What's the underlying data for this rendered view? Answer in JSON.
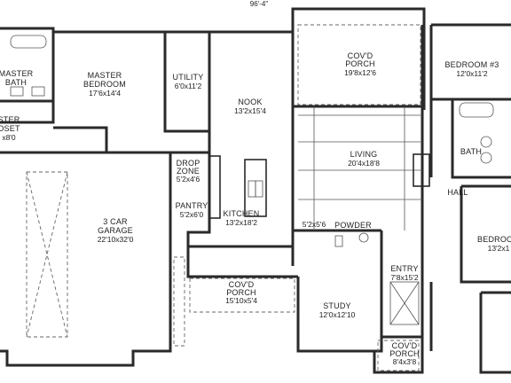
{
  "top_dimension": "96'-4\"",
  "rooms": {
    "master_bath": {
      "name": "MASTER\nBATH",
      "dims": ""
    },
    "master_closet": {
      "name": "STER\nOSET",
      "dims": "x8'0"
    },
    "master_bedroom": {
      "name": "MASTER\nBEDROOM",
      "dims": "17'6x14'4"
    },
    "utility": {
      "name": "UTILITY",
      "dims": "6'0x11'2"
    },
    "nook": {
      "name": "NOOK",
      "dims": "13'2x15'4"
    },
    "covd_porch_rear": {
      "name": "COV'D\nPORCH",
      "dims": "19'8x12'6"
    },
    "bedroom3": {
      "name": "BEDROOM #3",
      "dims": "12'0x11'2"
    },
    "bath": {
      "name": "BATH",
      "dims": ""
    },
    "living": {
      "name": "LIVING",
      "dims": "20'4x18'8"
    },
    "hall": {
      "name": "HALL",
      "dims": ""
    },
    "drop_zone": {
      "name": "DROP\nZONE",
      "dims": "5'2x4'6"
    },
    "pantry": {
      "name": "PANTRY",
      "dims": "5'2x6'0"
    },
    "garage": {
      "name": "3 CAR\nGARAGE",
      "dims": "22'10x32'0"
    },
    "kitchen": {
      "name": "KITCHEN",
      "dims": "13'2x18'2"
    },
    "closet_small": {
      "name": "",
      "dims": "5'2x5'6"
    },
    "powder": {
      "name": "POWDER",
      "dims": ""
    },
    "entry": {
      "name": "ENTRY",
      "dims": "7'8x15'2"
    },
    "bedroom2": {
      "name": "BEDROOM",
      "dims": "13'2x1"
    },
    "covd_porch_side": {
      "name": "COV'D\nPORCH",
      "dims": "15'10x5'4"
    },
    "study": {
      "name": "STUDY",
      "dims": "12'0x12'10"
    },
    "covd_porch_front": {
      "name": "COV'D\nPORCH",
      "dims": "8'4x3'8"
    }
  }
}
